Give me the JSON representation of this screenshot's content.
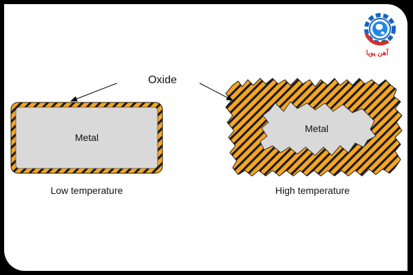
{
  "labels": {
    "oxide": "Oxide",
    "metal_low": "Metal",
    "metal_high": "Metal",
    "caption_low": "Low temperature",
    "caption_high": "High temperature"
  },
  "logo": {
    "text": "آهن پویا"
  },
  "colors": {
    "oxide_orange": "#F5A623",
    "hatch": "#1a1a1a",
    "metal_gray": "#d9d9d9",
    "logo_blue": "#1565C0",
    "logo_red": "#D32F2F"
  }
}
